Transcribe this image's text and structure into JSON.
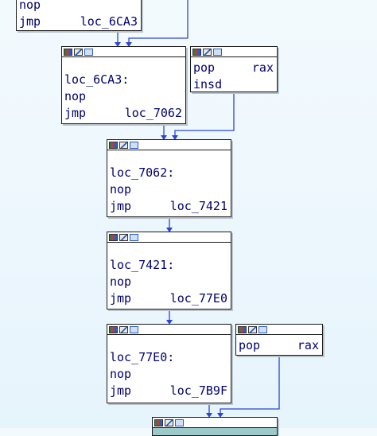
{
  "graph": {
    "edge_color": "#2b45d8",
    "node_highlight": "#9ccaca",
    "nodes": {
      "top": {
        "lines": [
          {
            "mnem": "nop",
            "op": ""
          },
          {
            "mnem": "jmp",
            "op": "loc_6CA3"
          }
        ]
      },
      "loc_6CA3": {
        "lines": [
          {
            "mnem": "loc_6CA3:",
            "op": ""
          },
          {
            "mnem": "nop",
            "op": ""
          },
          {
            "mnem": "jmp",
            "op": "loc_7062"
          }
        ]
      },
      "pop_rax_1": {
        "lines": [
          {
            "mnem": "pop",
            "op": "rax"
          },
          {
            "mnem": "insd",
            "op": ""
          }
        ]
      },
      "loc_7062": {
        "lines": [
          {
            "mnem": "loc_7062:",
            "op": ""
          },
          {
            "mnem": "nop",
            "op": ""
          },
          {
            "mnem": "jmp",
            "op": "loc_7421"
          }
        ]
      },
      "loc_7421": {
        "lines": [
          {
            "mnem": "loc_7421:",
            "op": ""
          },
          {
            "mnem": "nop",
            "op": ""
          },
          {
            "mnem": "jmp",
            "op": "loc_77E0"
          }
        ]
      },
      "loc_77E0": {
        "lines": [
          {
            "mnem": "loc_77E0:",
            "op": ""
          },
          {
            "mnem": "nop",
            "op": ""
          },
          {
            "mnem": "jmp",
            "op": "loc_7B9F"
          }
        ]
      },
      "pop_rax_2": {
        "lines": [
          {
            "mnem": "pop",
            "op": "rax"
          }
        ]
      }
    }
  }
}
